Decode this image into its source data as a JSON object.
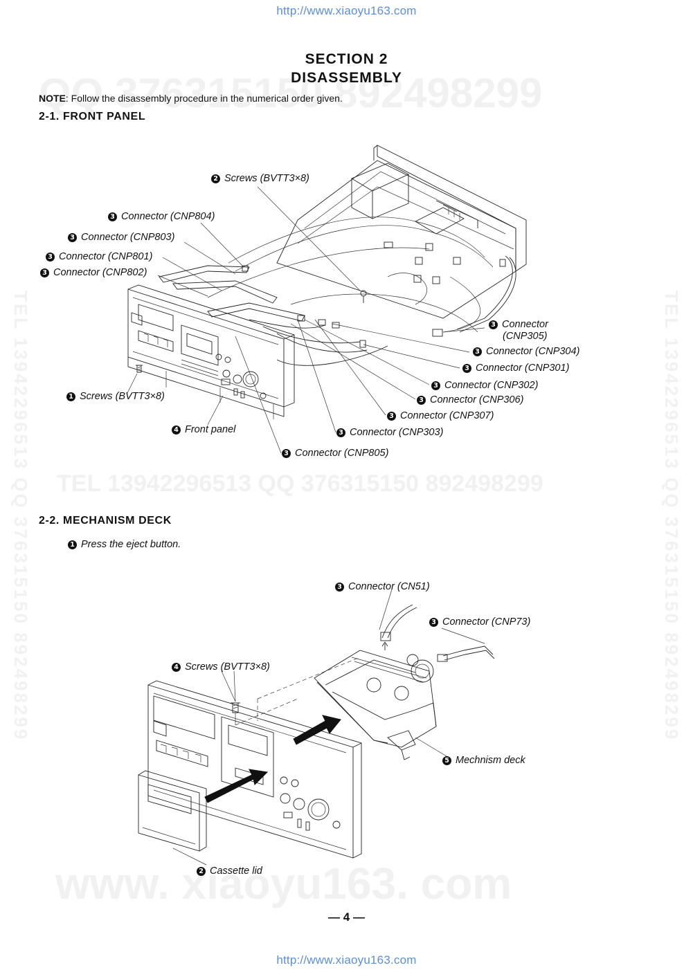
{
  "header_url": "http://www.xiaoyu163.com",
  "footer_url": "http://www.xiaoyu163.com",
  "watermarks": {
    "top_right": "QQ 376315150  892498299",
    "middle": "TEL  13942296513        QQ  376315150  892498299",
    "side": "TEL 13942296513  QQ 376315150  892498299",
    "bottom": "www. xiaoyu163. com"
  },
  "section": {
    "number": "SECTION 2",
    "title": "DISASSEMBLY"
  },
  "note": {
    "prefix": "NOTE",
    "text": ": Follow the disassembly procedure in the numerical order given."
  },
  "front_panel": {
    "heading": "2-1.  FRONT PANEL",
    "labels": [
      {
        "step": "2",
        "text": "Screws (BVTT3×8)"
      },
      {
        "step": "3",
        "text": "Connector (CNP804)"
      },
      {
        "step": "3",
        "text": "Connector (CNP803)"
      },
      {
        "step": "3",
        "text": "Connector (CNP801)"
      },
      {
        "step": "3",
        "text": "Connector (CNP802)"
      },
      {
        "step": "3",
        "text": "Connector",
        "text2": "(CNP305)"
      },
      {
        "step": "3",
        "text": "Connector (CNP304)"
      },
      {
        "step": "3",
        "text": "Connector (CNP301)"
      },
      {
        "step": "3",
        "text": "Connector (CNP302)"
      },
      {
        "step": "3",
        "text": "Connector (CNP306)"
      },
      {
        "step": "3",
        "text": "Connector (CNP307)"
      },
      {
        "step": "3",
        "text": "Connector (CNP303)"
      },
      {
        "step": "3",
        "text": "Connector (CNP805)"
      },
      {
        "step": "1",
        "text": "Screws (BVTT3×8)"
      },
      {
        "step": "4",
        "text": "Front panel"
      }
    ]
  },
  "mechanism_deck": {
    "heading": "2-2.  MECHANISM DECK",
    "instruction": {
      "step": "1",
      "text": "Press the eject button."
    },
    "labels": [
      {
        "step": "3",
        "text": "Connector (CN51)"
      },
      {
        "step": "3",
        "text": "Connector (CNP73)"
      },
      {
        "step": "4",
        "text": "Screws (BVTT3×8)"
      },
      {
        "step": "5",
        "text": "Mechnism deck"
      },
      {
        "step": "2",
        "text": "Cassette lid"
      }
    ]
  },
  "page_number": "— 4 —",
  "colors": {
    "url": "#5b8fd6",
    "ink": "#111111",
    "watermark": "#f1f1f1"
  }
}
